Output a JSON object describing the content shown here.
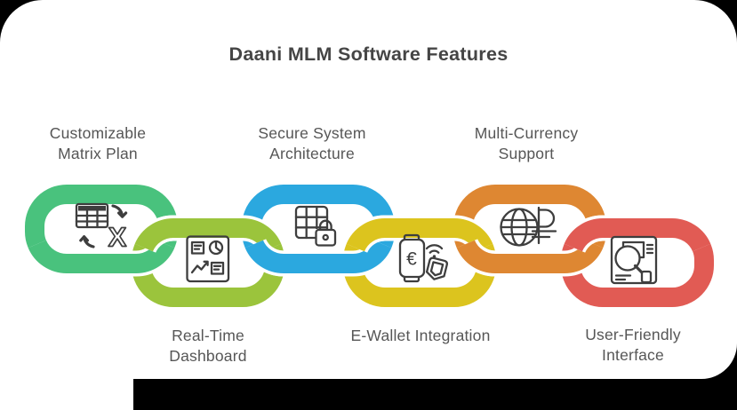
{
  "title": "Daani MLM Software Features",
  "canvas": {
    "background_color": "#ffffff",
    "frame_color": "#000000",
    "title_color": "#454545",
    "label_color": "#565656",
    "icon_stroke_color": "#3E3E3E"
  },
  "features": [
    {
      "name": "customizable-matrix-plan",
      "lines": [
        "Customizable",
        "Matrix Plan"
      ],
      "label_position": "top",
      "color": "#49C27D",
      "icon": "matrix-table-swap-icon",
      "icon_glyph": "X"
    },
    {
      "name": "real-time-dashboard",
      "lines": [
        "Real-Time",
        "Dashboard"
      ],
      "label_position": "bottom",
      "color": "#9BC43C",
      "icon": "dashboard-panels-icon",
      "icon_glyph": ""
    },
    {
      "name": "secure-system-architecture",
      "lines": [
        "Secure System",
        "Architecture"
      ],
      "label_position": "top",
      "color": "#2BA8DF",
      "icon": "grid-lock-icon",
      "icon_glyph": ""
    },
    {
      "name": "e-wallet-integration",
      "lines": [
        "E-Wallet Integration"
      ],
      "label_position": "bottom",
      "color": "#DCC41E",
      "icon": "wallet-euro-shield-icon",
      "icon_glyph": "€"
    },
    {
      "name": "multi-currency-support",
      "lines": [
        "Multi-Currency",
        "Support"
      ],
      "label_position": "top",
      "color": "#DE8732",
      "icon": "globe-currency-icon",
      "icon_glyph": ""
    },
    {
      "name": "user-friendly-interface",
      "lines": [
        "User-Friendly",
        "Interface"
      ],
      "label_position": "bottom",
      "color": "#E15B54",
      "icon": "interface-magnifier-icon",
      "icon_glyph": ""
    }
  ]
}
